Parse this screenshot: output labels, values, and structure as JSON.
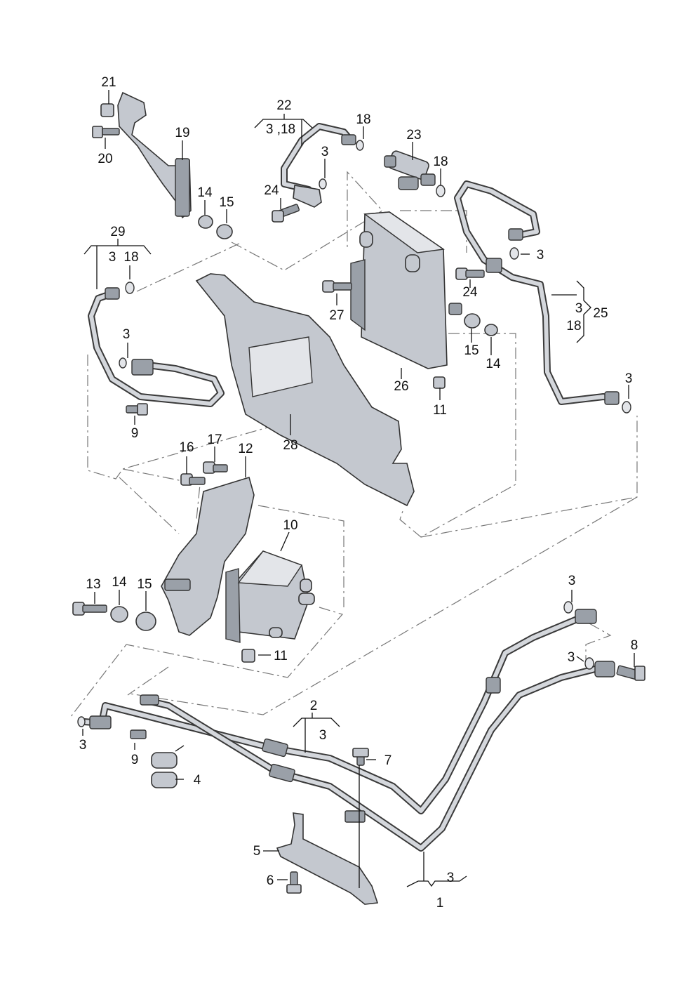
{
  "callouts": [
    {
      "id": "c1",
      "text": "21"
    },
    {
      "id": "c2",
      "text": "20"
    },
    {
      "id": "c3",
      "text": "19"
    },
    {
      "id": "c4",
      "text": "14"
    },
    {
      "id": "c5",
      "text": "15"
    },
    {
      "id": "c6",
      "text": "22"
    },
    {
      "id": "c7",
      "text": "3 ,18"
    },
    {
      "id": "c8",
      "text": "18"
    },
    {
      "id": "c9",
      "text": "23"
    },
    {
      "id": "c10",
      "text": "3"
    },
    {
      "id": "c11",
      "text": "18"
    },
    {
      "id": "c12",
      "text": "24"
    },
    {
      "id": "c13",
      "text": "3"
    },
    {
      "id": "c14",
      "text": "24"
    },
    {
      "id": "c15",
      "text": "29"
    },
    {
      "id": "c16",
      "text": "3"
    },
    {
      "id": "c17",
      "text": "18"
    },
    {
      "id": "c18",
      "text": "27"
    },
    {
      "id": "c19",
      "text": "3"
    },
    {
      "id": "c20",
      "text": "25"
    },
    {
      "id": "c21",
      "text": "18"
    },
    {
      "id": "c22",
      "text": "15"
    },
    {
      "id": "c23",
      "text": "14"
    },
    {
      "id": "c24",
      "text": "3"
    },
    {
      "id": "c25",
      "text": "26"
    },
    {
      "id": "c26",
      "text": "3"
    },
    {
      "id": "c27",
      "text": "11"
    },
    {
      "id": "c28",
      "text": "9"
    },
    {
      "id": "c29",
      "text": "28"
    },
    {
      "id": "c30",
      "text": "16"
    },
    {
      "id": "c31",
      "text": "17"
    },
    {
      "id": "c32",
      "text": "12"
    },
    {
      "id": "c33",
      "text": "10"
    },
    {
      "id": "c34",
      "text": "13"
    },
    {
      "id": "c35",
      "text": "14"
    },
    {
      "id": "c36",
      "text": "15"
    },
    {
      "id": "c37",
      "text": "3"
    },
    {
      "id": "c38",
      "text": "11"
    },
    {
      "id": "c39",
      "text": "3"
    },
    {
      "id": "c40",
      "text": "8"
    },
    {
      "id": "c41",
      "text": "2"
    },
    {
      "id": "c42",
      "text": "3"
    },
    {
      "id": "c43",
      "text": "3"
    },
    {
      "id": "c44",
      "text": "9"
    },
    {
      "id": "c45",
      "text": "7"
    },
    {
      "id": "c46",
      "text": "4"
    },
    {
      "id": "c47",
      "text": "5"
    },
    {
      "id": "c48",
      "text": "6"
    },
    {
      "id": "c49",
      "text": "3"
    },
    {
      "id": "c50",
      "text": "1"
    }
  ]
}
